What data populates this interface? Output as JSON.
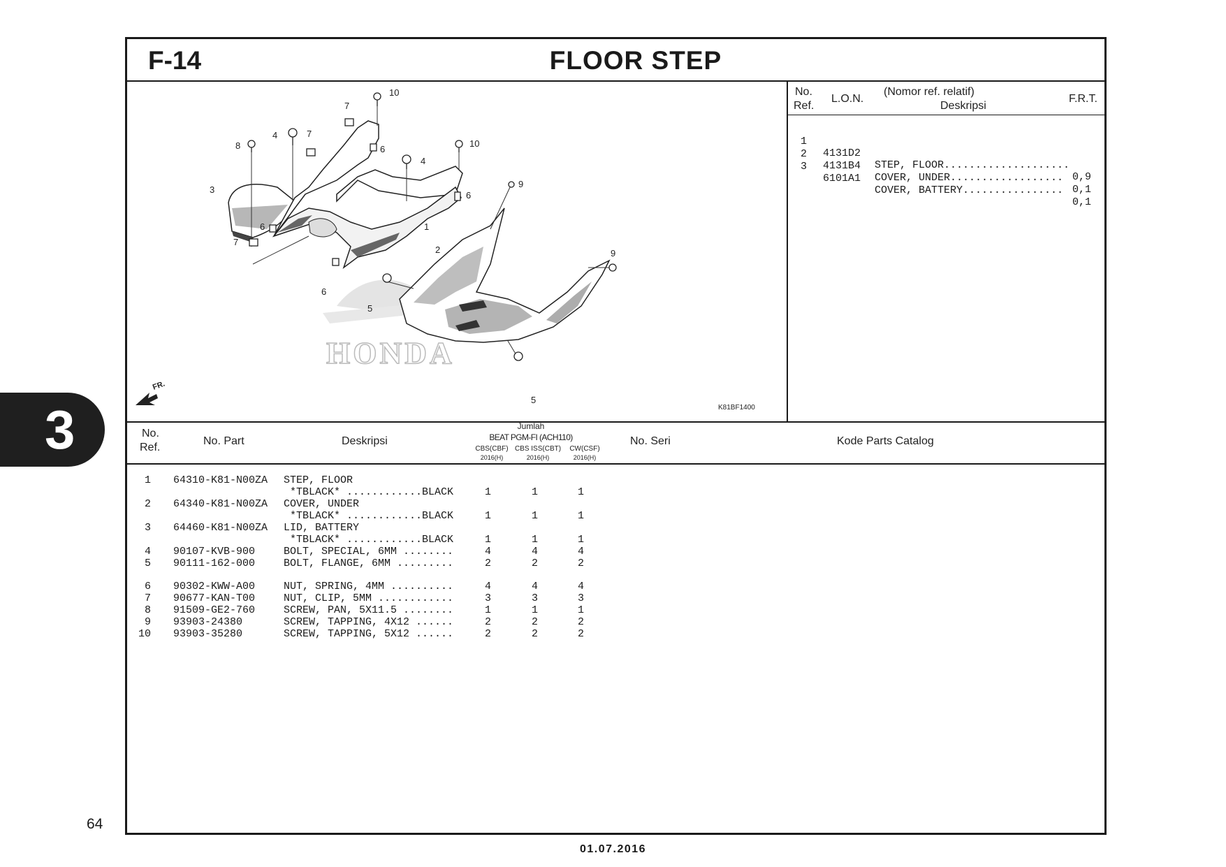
{
  "header": {
    "section_code": "F-14",
    "title": "FLOOR STEP"
  },
  "frt_table": {
    "headers": {
      "no": "No.",
      "ref": "Ref.",
      "lon": "L.O.N.",
      "nomor": "(Nomor ref. relatif)",
      "deskripsi": "Deskripsi",
      "frt": "F.R.T."
    },
    "rows": [
      {
        "no": "1",
        "lon": "4131D2",
        "desc": "STEP, FLOOR....................",
        "frt": "0,9"
      },
      {
        "no": "2",
        "lon": "4131B4",
        "desc": "COVER, UNDER..................",
        "frt": "0,1"
      },
      {
        "no": "3",
        "lon": "6101A1",
        "desc": "COVER, BATTERY................",
        "frt": "0,1"
      }
    ]
  },
  "diagram": {
    "code": "K81BF1400",
    "front_label": "FR.",
    "brand_watermark": "HONDA",
    "callouts": [
      "10",
      "7",
      "4",
      "7",
      "8",
      "6",
      "10",
      "4",
      "3",
      "9",
      "6",
      "1",
      "6",
      "7",
      "2",
      "9",
      "6",
      "5",
      "5"
    ]
  },
  "parts_table": {
    "headers": {
      "no": "No.",
      "ref": "Ref.",
      "part": "No. Part",
      "desc": "Deskripsi",
      "jumlah": "Jumlah",
      "model": "BEAT PGM-FI (ACH110)",
      "variants": [
        {
          "name": "CBS(CBF)",
          "year": "2016(H)"
        },
        {
          "name": "CBS ISS(CBT)",
          "year": "2016(H)"
        },
        {
          "name": "CW(CSF)",
          "year": "2016(H)"
        }
      ],
      "seri": "No. Seri",
      "catalog": "Kode Parts Catalog"
    },
    "rows": [
      {
        "ref": "1",
        "part": "64310-K81-N00ZA",
        "desc": "STEP, FLOOR",
        "q": [
          "",
          "",
          ""
        ]
      },
      {
        "ref": "",
        "part": "",
        "desc": " *TBLACK* ............BLACK",
        "q": [
          "1",
          "1",
          "1"
        ]
      },
      {
        "ref": "2",
        "part": "64340-K81-N00ZA",
        "desc": "COVER, UNDER",
        "q": [
          "",
          "",
          ""
        ]
      },
      {
        "ref": "",
        "part": "",
        "desc": " *TBLACK* ............BLACK",
        "q": [
          "1",
          "1",
          "1"
        ]
      },
      {
        "ref": "3",
        "part": "64460-K81-N00ZA",
        "desc": "LID, BATTERY",
        "q": [
          "",
          "",
          ""
        ]
      },
      {
        "ref": "",
        "part": "",
        "desc": " *TBLACK* ............BLACK",
        "q": [
          "1",
          "1",
          "1"
        ]
      },
      {
        "ref": "4",
        "part": "90107-KVB-900",
        "desc": "BOLT, SPECIAL, 6MM ........",
        "q": [
          "4",
          "4",
          "4"
        ]
      },
      {
        "ref": "5",
        "part": "90111-162-000",
        "desc": "BOLT, FLANGE, 6MM .........",
        "q": [
          "2",
          "2",
          "2"
        ]
      },
      {
        "ref": "6",
        "part": "90302-KWW-A00",
        "desc": "NUT, SPRING, 4MM ..........",
        "q": [
          "4",
          "4",
          "4"
        ]
      },
      {
        "ref": "7",
        "part": "90677-KAN-T00",
        "desc": "NUT, CLIP, 5MM ............",
        "q": [
          "3",
          "3",
          "3"
        ]
      },
      {
        "ref": "8",
        "part": "91509-GE2-760",
        "desc": "SCREW, PAN, 5X11.5 ........",
        "q": [
          "1",
          "1",
          "1"
        ]
      },
      {
        "ref": "9",
        "part": "93903-24380",
        "desc": "SCREW, TAPPING, 4X12 ......",
        "q": [
          "2",
          "2",
          "2"
        ]
      },
      {
        "ref": "10",
        "part": "93903-35280",
        "desc": "SCREW, TAPPING, 5X12 ......",
        "q": [
          "2",
          "2",
          "2"
        ]
      }
    ]
  },
  "side_tab": "3",
  "footer": {
    "page_number": "64",
    "date": "01.07.2016"
  }
}
